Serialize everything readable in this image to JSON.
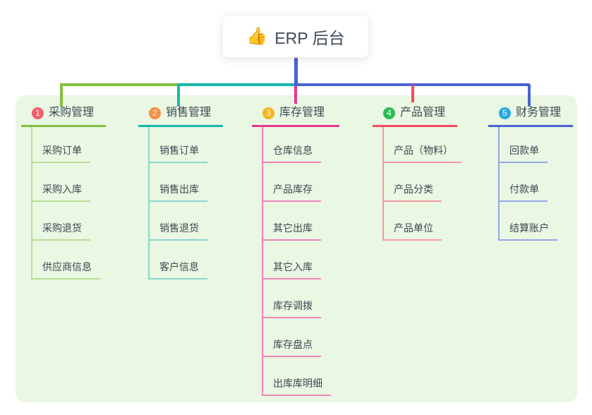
{
  "root": {
    "icon": "👍",
    "label": "ERP 后台"
  },
  "branches": [
    {
      "badge": "1",
      "title": "采购管理",
      "line_color": "#84bf41",
      "light_line_color": "#b8dd97",
      "badge_color": "#f2606b",
      "children": [
        "采购订单",
        "采购入库",
        "采购退货",
        "供应商信息"
      ]
    },
    {
      "badge": "2",
      "title": "销售管理",
      "line_color": "#16b8ad",
      "light_line_color": "#8ed5ce",
      "badge_color": "#fb8e40",
      "children": [
        "销售订单",
        "销售出库",
        "销售退货",
        "客户信息"
      ]
    },
    {
      "badge": "3",
      "title": "库存管理",
      "line_color": "#e7378e",
      "light_line_color": "#ef86ba",
      "badge_color": "#f8b31f",
      "children": [
        "仓库信息",
        "产品库存",
        "其它出库",
        "其它入库",
        "库存调拨",
        "库存盘点",
        "出库库明细"
      ]
    },
    {
      "badge": "4",
      "title": "产品管理",
      "line_color": "#f24a5e",
      "light_line_color": "#f79aa2",
      "badge_color": "#2abd55",
      "children": [
        "产品（物料）",
        "产品分类",
        "产品单位"
      ]
    },
    {
      "badge": "5",
      "title": "财务管理",
      "line_color": "#4a62d2",
      "light_line_color": "#94a9e4",
      "badge_color": "#29a6e0",
      "children": [
        "回款单",
        "付款单",
        "结算账户"
      ]
    }
  ],
  "colors": {
    "root_connector": "#4a62d2",
    "panel_background": "#e9f7e3",
    "text": "#3d4852",
    "card_background": "#ffffff"
  }
}
